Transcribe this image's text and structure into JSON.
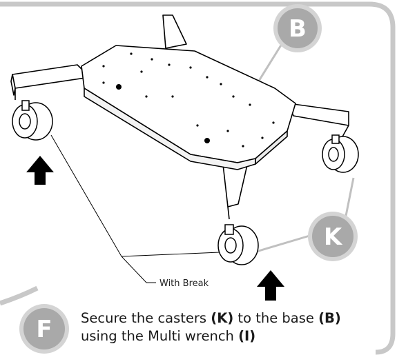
{
  "badges": {
    "base": "B",
    "casters": "K",
    "step": "F"
  },
  "callout": {
    "with_break": "With Break"
  },
  "instructions": {
    "line1_prefix": "Secure the casters ",
    "line1_casters_ref": "(K)",
    "line1_middle": " to the base ",
    "line1_base_ref": "(B)",
    "line2_prefix": "using the Multi wrench ",
    "line2_wrench_ref": "(I)"
  },
  "colors": {
    "frame_gray": "#c8c8c8",
    "badge_fill": "#a9a9a9",
    "badge_ring": "#d4d4d4",
    "line_art": "#000000",
    "arrow": "#000000"
  }
}
